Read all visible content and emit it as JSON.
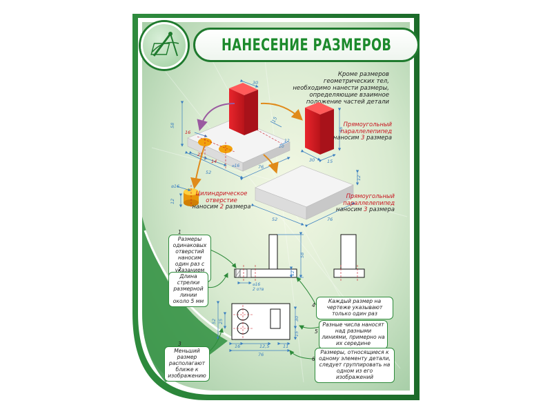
{
  "title": "НАНЕСЕНИЕ РАЗМЕРОВ",
  "top_note": "Кроме размеров геометрических тел, необходимо нанести размеры, определяющие взаимное положение частей детали",
  "parallelepiped_tall": {
    "line1": "Прямоугольный",
    "line2": "параллелепипед",
    "line3_prefix": "наносим ",
    "line3_count": "3",
    "line3_suffix": " размера"
  },
  "parallelepiped_flat": {
    "line1": "Прямоугольный",
    "line2": "параллелепипед",
    "line3_prefix": "наносим ",
    "line3_count": "3",
    "line3_suffix": " размера"
  },
  "cylinder_hole": {
    "line1": "Цилиндрическое",
    "line2": "отверстие",
    "line3_prefix": "наносим ",
    "line3_count": "2",
    "line3_suffix": " размера"
  },
  "dims": {
    "d30": "30",
    "d15": "15",
    "d16": "16",
    "d58": "58",
    "d46": "46",
    "d10": "10",
    "d12": "12",
    "d25": "25",
    "d14": "14",
    "d52": "52",
    "d76": "76",
    "d12_5": "12,5",
    "d11": "11",
    "dia16": "⌀16",
    "dia16_2holes": "⌀16\n2 отв"
  },
  "callouts": [
    {
      "num": "1",
      "text": "Размеры одинаковых отверстий наносим один раз с указанием количества"
    },
    {
      "num": "2",
      "text": "Длина стрелки размерной линии около 5 мм"
    },
    {
      "num": "3",
      "text": "Меньший размер располагают ближе к изображению"
    },
    {
      "num": "4",
      "text": "Каждый размер на чертеже указывают только один раз"
    },
    {
      "num": "5",
      "text": "Разные числа наносят над разными линиями, примерно на их середине"
    },
    {
      "num": "6",
      "text": "Размеры, относящиеся к одному элементу детали, следует группировать на одном из его изображений"
    }
  ],
  "colors": {
    "brand_green": "#1f7a2e",
    "accent_red": "#c8141e",
    "cylinder_orange": "#f0a20a",
    "dim_blue": "#3a7fc0"
  }
}
